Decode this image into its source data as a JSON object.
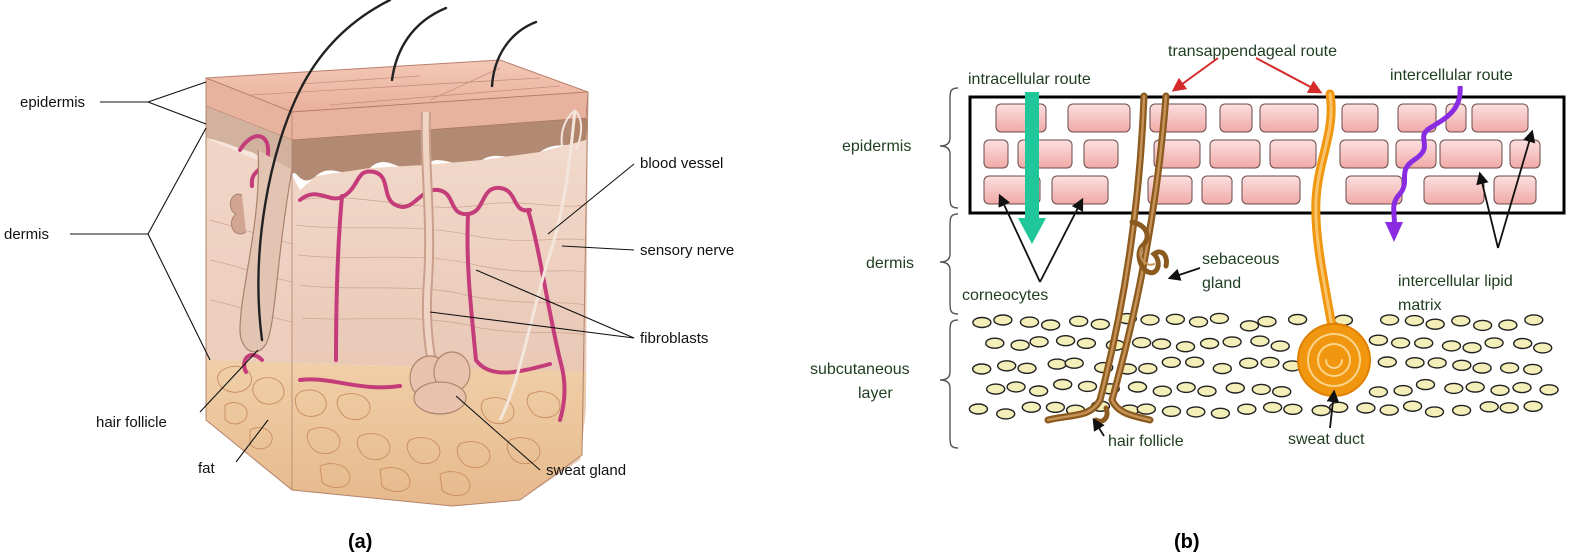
{
  "panel_a": {
    "caption": "(a)",
    "labels": {
      "epidermis": "epidermis",
      "dermis": "dermis",
      "hair_follicle": "hair follicle",
      "fat": "fat",
      "blood_vessel": "blood vessel",
      "sensory_nerve": "sensory nerve",
      "fibroblasts": "fibroblasts",
      "sweat_gland": "sweat gland"
    }
  },
  "panel_b": {
    "caption": "(b)",
    "layers": {
      "epidermis": "epidermis",
      "dermis": "dermis",
      "subcutaneous_line1": "subcutaneous",
      "subcutaneous_line2": "layer"
    },
    "routes": {
      "transappendageal": "transappendageal route",
      "intracellular": "intracellular route",
      "intercellular": "intercellular route"
    },
    "structures": {
      "corneocytes": "corneocytes",
      "sebaceous_line1": "sebaceous",
      "sebaceous_line2": "gland",
      "lipid_line1": "intercellular lipid",
      "lipid_line2": "matrix",
      "hair_follicle": "hair follicle",
      "sweat_duct": "sweat duct"
    },
    "colors": {
      "intracellular_arrow": "#1fc79a",
      "intercellular_arrow": "#8a2be2",
      "transappendageal_arrow": "#d42a2a",
      "hair_follicle": "#8b5a1e",
      "sweat_duct": "#f0960f",
      "corneocyte_fill": "#f4b7b5",
      "fat_cell_fill": "#f4efb8"
    }
  }
}
